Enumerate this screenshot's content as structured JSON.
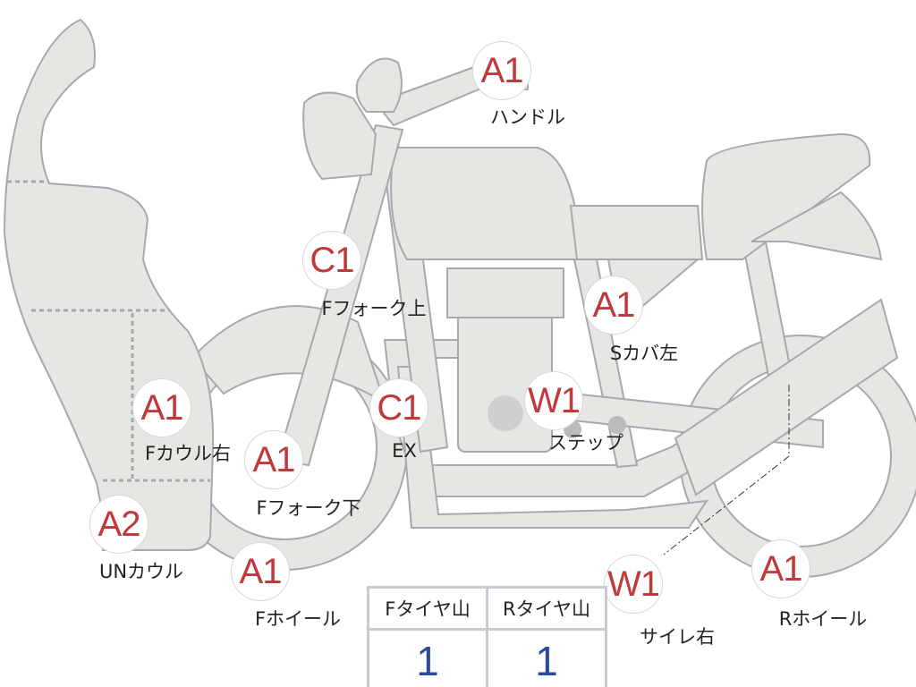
{
  "colors": {
    "body_fill": "#e6e6e3",
    "body_stroke": "#a8a8ae",
    "marker_text": "#c0393b",
    "value_text": "#2b4a9c"
  },
  "markers": [
    {
      "code": "A1",
      "label": "ハンドル"
    },
    {
      "code": "C1",
      "label": "Fフォーク上"
    },
    {
      "code": "A1",
      "label": "Sカバ左"
    },
    {
      "code": "W1",
      "label": "ステップ"
    },
    {
      "code": "C1",
      "label": "EX"
    },
    {
      "code": "A1",
      "label": "Fカウル右"
    },
    {
      "code": "A1",
      "label": "Fフォーク下"
    },
    {
      "code": "A2",
      "label": "UNカウル"
    },
    {
      "code": "A1",
      "label": "Fホイール"
    },
    {
      "code": "W1",
      "label": "サイレ右"
    },
    {
      "code": "A1",
      "label": "Rホイール"
    }
  ],
  "tire_table": {
    "headers": [
      "Fタイヤ山",
      "Rタイヤ山"
    ],
    "values": [
      "1",
      "1"
    ]
  }
}
